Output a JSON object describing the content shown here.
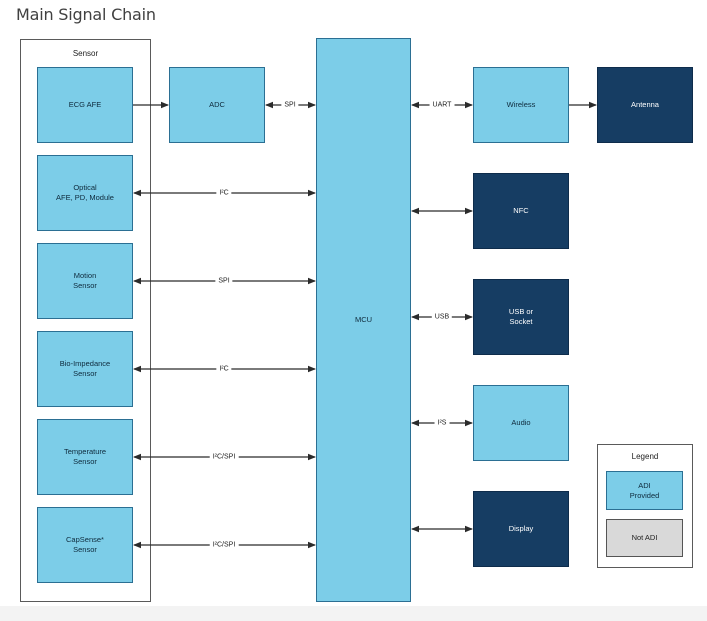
{
  "title": "Main Signal Chain",
  "sensor_group": {
    "title": "Sensor",
    "blocks": {
      "ecg": "ECG AFE",
      "optical": "Optical\nAFE, PD, Module",
      "motion": "Motion\nSensor",
      "bioimpedance": "Bio-Impedance\nSensor",
      "temperature": "Temperature\nSensor",
      "capsense": "CapSense*\nSensor"
    }
  },
  "adc": "ADC",
  "mcu": "MCU",
  "wireless": "Wireless",
  "antenna": "Antenna",
  "nfc": "NFC",
  "usb": "USB or\nSocket",
  "audio": "Audio",
  "display": "Display",
  "bus_labels": {
    "adc_mcu": "SPI",
    "optical": "I²C",
    "motion": "SPI",
    "bioimpedance": "I²C",
    "temperature": "I²C/SPI",
    "capsense": "I²C/SPI",
    "uart": "UART",
    "usb": "USB",
    "i2s": "I²S"
  },
  "legend": {
    "title": "Legend",
    "adi_provided": "ADI\nProvided",
    "not_adi": "Not ADI"
  },
  "colors": {
    "adi_provided": "#7ccde8",
    "not_adi_dark": "#163d63",
    "not_adi_legend": "#d9d9d9",
    "connector": "#2b2b2b"
  }
}
